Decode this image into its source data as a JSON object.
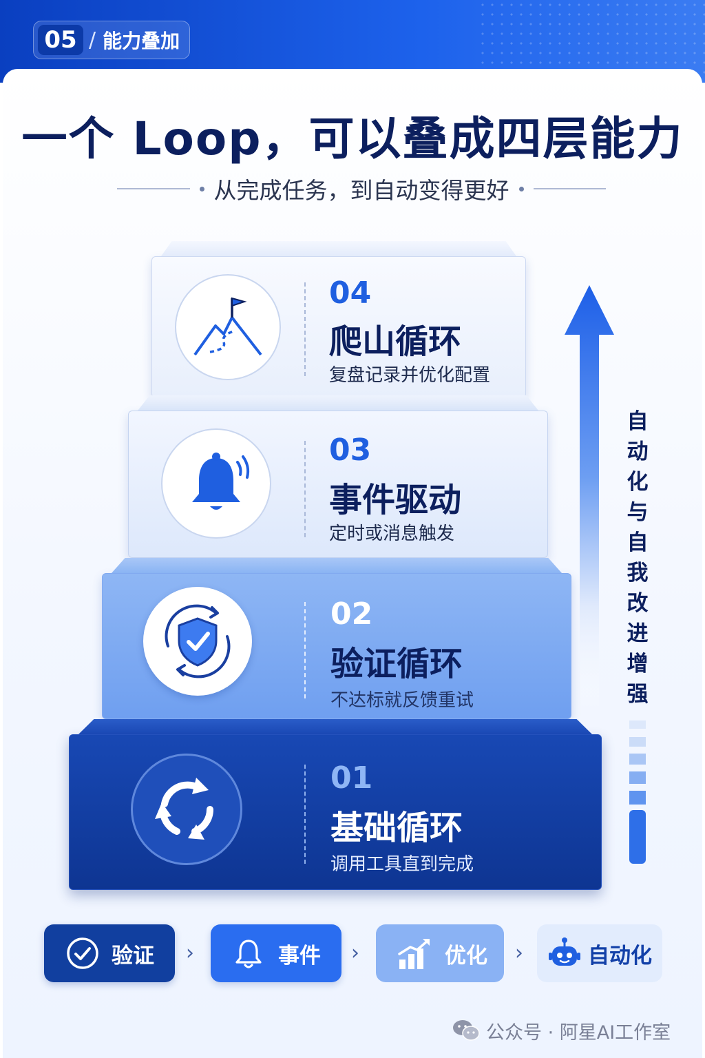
{
  "header": {
    "section_number": "05",
    "section_slash": "/",
    "section_label": "能力叠加"
  },
  "title": "一个 Loop，可以叠成四层能力",
  "subtitle": "从完成任务，到自动变得更好",
  "layers": [
    {
      "number": "04",
      "name": "爬山循环",
      "desc": "复盘记录并优化配置",
      "icon": "mountain-flag-icon"
    },
    {
      "number": "03",
      "name": "事件驱动",
      "desc": "定时或消息触发",
      "icon": "bell-icon"
    },
    {
      "number": "02",
      "name": "验证循环",
      "desc": "不达标就反馈重试",
      "icon": "shield-check-cycle-icon"
    },
    {
      "number": "01",
      "name": "基础循环",
      "desc": "调用工具直到完成",
      "icon": "cycle-arrows-icon"
    }
  ],
  "side_label": "自动化与自我改进增强",
  "steps": [
    {
      "label": "验证",
      "icon": "check-circle-icon"
    },
    {
      "label": "事件",
      "icon": "bell-icon"
    },
    {
      "label": "优化",
      "icon": "bar-chart-up-icon"
    },
    {
      "label": "自动化",
      "icon": "robot-icon"
    }
  ],
  "step_separator": "›",
  "footer": {
    "text": "公众号 · 阿星AI工作室",
    "icon": "wechat-icon"
  },
  "colors": {
    "navy": "#0c1f5e",
    "primary_blue": "#1f5fe0",
    "dark_blue": "#0f3fae",
    "mid_blue": "#7fadf3",
    "light_blue": "#e6effe"
  }
}
